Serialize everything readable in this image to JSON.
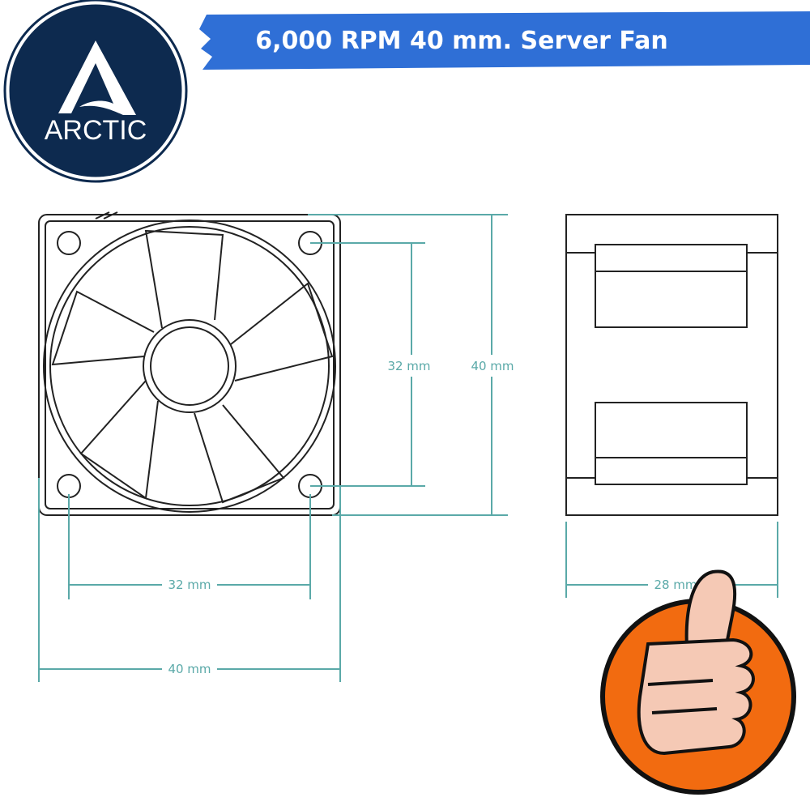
{
  "banner": {
    "title": "6,000 RPM 40 mm. Server Fan",
    "color": "#2f6fd6"
  },
  "logo": {
    "brand": "ARCTIC",
    "color": "#0d2a4f"
  },
  "dimensions": {
    "hole_spacing_vertical": "32 mm",
    "height": "40 mm",
    "hole_spacing_horizontal": "32 mm",
    "width": "40 mm",
    "depth": "28 mm",
    "line_color": "#5aa9a8"
  },
  "badge": {
    "icon": "thumbs-up-icon",
    "color": "#f26b10"
  }
}
